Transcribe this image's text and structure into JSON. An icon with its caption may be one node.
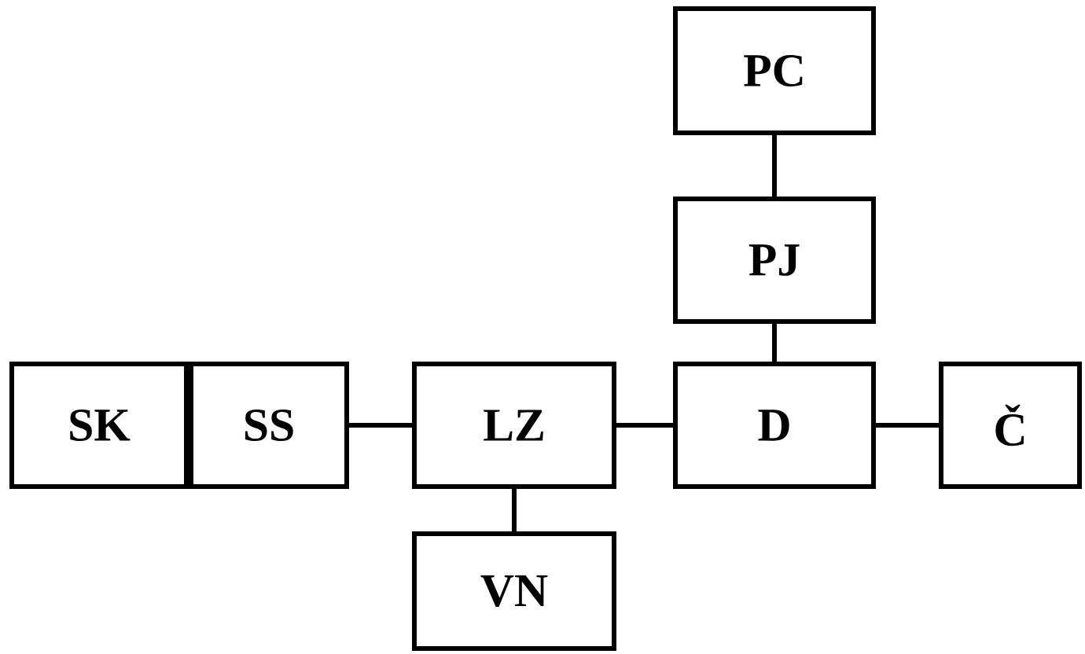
{
  "diagram": {
    "nodes": [
      {
        "text": [
          "PC"
        ]
      },
      {
        "text": [
          "PJ"
        ]
      },
      {
        "text": [
          "SK"
        ]
      },
      {
        "text": [
          "SS"
        ]
      },
      {
        "text": [
          "LZ"
        ]
      },
      {
        "text": [
          "D"
        ]
      },
      {
        "text": [
          "Č"
        ]
      },
      {
        "text": [
          "VN"
        ]
      }
    ],
    "edges": [
      {
        "from": 0,
        "to": 1,
        "arrow": "none"
      },
      {
        "from": 1,
        "to": 5,
        "arrow": "none"
      },
      {
        "from": 3,
        "to": 4,
        "arrow": "none"
      },
      {
        "from": 4,
        "to": 5,
        "arrow": "none"
      },
      {
        "from": 5,
        "to": 6,
        "arrow": "none"
      },
      {
        "from": 4,
        "to": 7,
        "arrow": "none"
      }
    ]
  }
}
